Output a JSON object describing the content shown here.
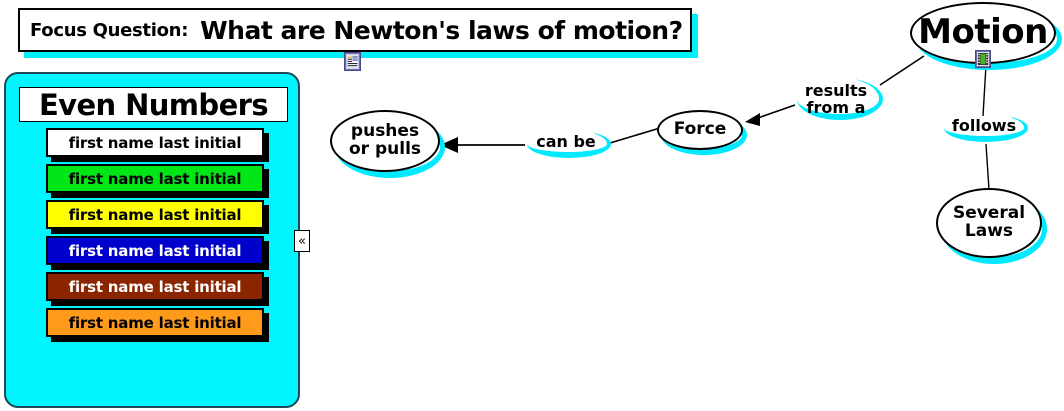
{
  "focus_question": {
    "label": "Focus Question:",
    "text": "What are Newton's laws of motion?",
    "icon": "note-icon"
  },
  "list_panel": {
    "title": "Even Numbers",
    "panel_color": "#00f5ff",
    "collapse_handle": "«",
    "rows": [
      {
        "text": "first name last initial",
        "bg": "#ffffff",
        "fg": "#000000"
      },
      {
        "text": "first name last initial",
        "bg": "#00e616",
        "fg": "#000000"
      },
      {
        "text": "first name last initial",
        "bg": "#ffff00",
        "fg": "#000000"
      },
      {
        "text": "first name last initial",
        "bg": "#0000cc",
        "fg": "#ffffff"
      },
      {
        "text": "first name last initial",
        "bg": "#8b2500",
        "fg": "#ffffff"
      },
      {
        "text": "first name last initial",
        "bg": "#ff9a1a",
        "fg": "#000000"
      }
    ]
  },
  "concept_map": {
    "shadow_color": "#00eaff",
    "nodes": [
      {
        "id": "motion",
        "label": "Motion",
        "icon": "film-icon"
      },
      {
        "id": "several-laws",
        "label": "Several\nLaws"
      },
      {
        "id": "force",
        "label": "Force"
      },
      {
        "id": "pushes-pulls",
        "label": "pushes\nor pulls"
      }
    ],
    "links": [
      {
        "id": "results-from-a",
        "label": "results\nfrom a",
        "from": "motion",
        "to": "force",
        "arrow": true
      },
      {
        "id": "follows",
        "label": "follows",
        "from": "motion",
        "to": "several-laws",
        "arrow": false
      },
      {
        "id": "can-be",
        "label": "can be",
        "from": "force",
        "to": "pushes-pulls",
        "arrow": true
      }
    ]
  }
}
